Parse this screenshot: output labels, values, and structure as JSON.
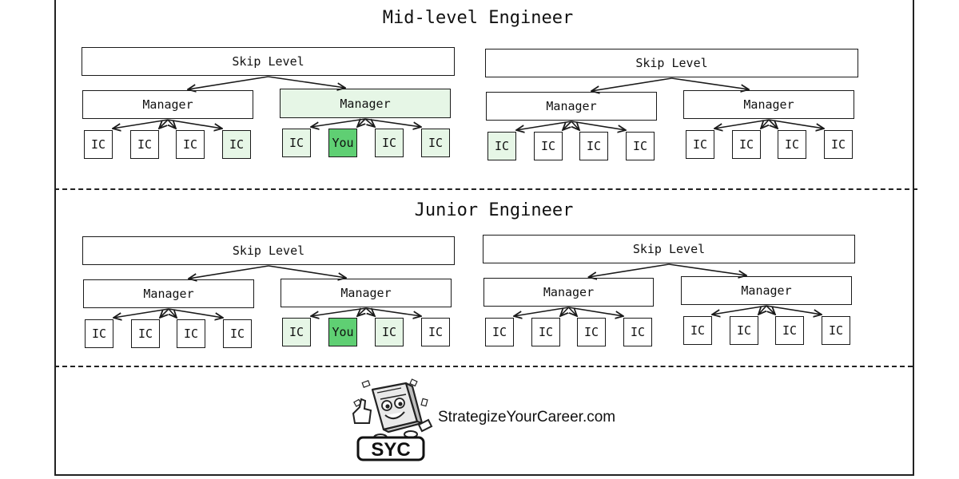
{
  "sections": [
    {
      "title": "Mid-level Engineer",
      "orgs": [
        {
          "skip_label": "Skip Level",
          "managers": [
            {
              "label": "Manager",
              "highlight": "none",
              "ics": [
                {
                  "label": "IC",
                  "highlight": "none"
                },
                {
                  "label": "IC",
                  "highlight": "none"
                },
                {
                  "label": "IC",
                  "highlight": "none"
                },
                {
                  "label": "IC",
                  "highlight": "light"
                }
              ]
            },
            {
              "label": "Manager",
              "highlight": "light",
              "ics": [
                {
                  "label": "IC",
                  "highlight": "light"
                },
                {
                  "label": "You",
                  "highlight": "you"
                },
                {
                  "label": "IC",
                  "highlight": "light"
                },
                {
                  "label": "IC",
                  "highlight": "light"
                }
              ]
            }
          ]
        },
        {
          "skip_label": "Skip Level",
          "managers": [
            {
              "label": "Manager",
              "highlight": "none",
              "ics": [
                {
                  "label": "IC",
                  "highlight": "light"
                },
                {
                  "label": "IC",
                  "highlight": "none"
                },
                {
                  "label": "IC",
                  "highlight": "none"
                },
                {
                  "label": "IC",
                  "highlight": "none"
                }
              ]
            },
            {
              "label": "Manager",
              "highlight": "none",
              "ics": [
                {
                  "label": "IC",
                  "highlight": "none"
                },
                {
                  "label": "IC",
                  "highlight": "none"
                },
                {
                  "label": "IC",
                  "highlight": "none"
                },
                {
                  "label": "IC",
                  "highlight": "none"
                }
              ]
            }
          ]
        }
      ]
    },
    {
      "title": "Junior Engineer",
      "orgs": [
        {
          "skip_label": "Skip Level",
          "managers": [
            {
              "label": "Manager",
              "highlight": "none",
              "ics": [
                {
                  "label": "IC",
                  "highlight": "none"
                },
                {
                  "label": "IC",
                  "highlight": "none"
                },
                {
                  "label": "IC",
                  "highlight": "none"
                },
                {
                  "label": "IC",
                  "highlight": "none"
                }
              ]
            },
            {
              "label": "Manager",
              "highlight": "none",
              "ics": [
                {
                  "label": "IC",
                  "highlight": "light"
                },
                {
                  "label": "You",
                  "highlight": "you"
                },
                {
                  "label": "IC",
                  "highlight": "light"
                },
                {
                  "label": "IC",
                  "highlight": "none"
                }
              ]
            }
          ]
        },
        {
          "skip_label": "Skip Level",
          "managers": [
            {
              "label": "Manager",
              "highlight": "none",
              "ics": [
                {
                  "label": "IC",
                  "highlight": "none"
                },
                {
                  "label": "IC",
                  "highlight": "none"
                },
                {
                  "label": "IC",
                  "highlight": "none"
                },
                {
                  "label": "IC",
                  "highlight": "none"
                }
              ]
            },
            {
              "label": "Manager",
              "highlight": "none",
              "ics": [
                {
                  "label": "IC",
                  "highlight": "none"
                },
                {
                  "label": "IC",
                  "highlight": "none"
                },
                {
                  "label": "IC",
                  "highlight": "none"
                },
                {
                  "label": "IC",
                  "highlight": "none"
                }
              ]
            }
          ]
        }
      ]
    }
  ],
  "footer": {
    "logo_text": "SYC",
    "site": "StrategizeYourCareer.com"
  },
  "colors": {
    "you": "#5fcf73",
    "light": "#e6f6e6",
    "line": "#1a1a1a"
  }
}
